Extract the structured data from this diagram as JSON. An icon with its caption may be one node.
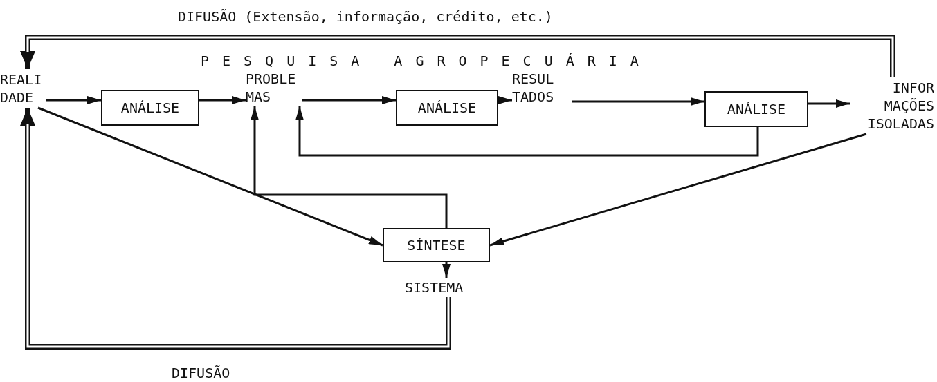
{
  "diagram": {
    "nodes": [
      {
        "text": [
          "REALI DADE"
        ]
      },
      {
        "text": [
          "ANÁLISE"
        ]
      },
      {
        "text": [
          "PROBLE MAS"
        ]
      },
      {
        "text": [
          "ANÁLISE"
        ]
      },
      {
        "text": [
          "RESUL TADOS"
        ]
      },
      {
        "text": [
          "ANÁLISE"
        ]
      },
      {
        "text": [
          "INFOR MAÇÕES ISOLADAS"
        ]
      },
      {
        "text": [
          "SÍNTESE"
        ]
      },
      {
        "text": [
          "SISTEMA"
        ]
      }
    ],
    "edges": [
      {
        "from": 6,
        "to": 0,
        "arrow": "to",
        "label": "DIFUSÃO (Extensão, informação, crédito, etc.)",
        "style": "thick"
      },
      {
        "from": 0,
        "to": 1,
        "arrow": "to"
      },
      {
        "from": 1,
        "to": 2,
        "arrow": "to"
      },
      {
        "from": 2,
        "to": 3,
        "arrow": "to"
      },
      {
        "from": 3,
        "to": 4,
        "arrow": "to"
      },
      {
        "from": 4,
        "to": 5,
        "arrow": "to"
      },
      {
        "from": 5,
        "to": 6,
        "arrow": "to"
      },
      {
        "from": 5,
        "to": 2,
        "arrow": "to"
      },
      {
        "from": 7,
        "to": 2,
        "arrow": "to"
      },
      {
        "from": 0,
        "to": 7,
        "arrow": "to"
      },
      {
        "from": 6,
        "to": 7,
        "arrow": "to"
      },
      {
        "from": 7,
        "to": 8,
        "arrow": "to"
      },
      {
        "from": 8,
        "to": 0,
        "arrow": "to",
        "label": "DIFUSÃO",
        "style": "thick"
      }
    ],
    "labels": [
      "PESQUISA AGROPECUÁRIA"
    ]
  }
}
